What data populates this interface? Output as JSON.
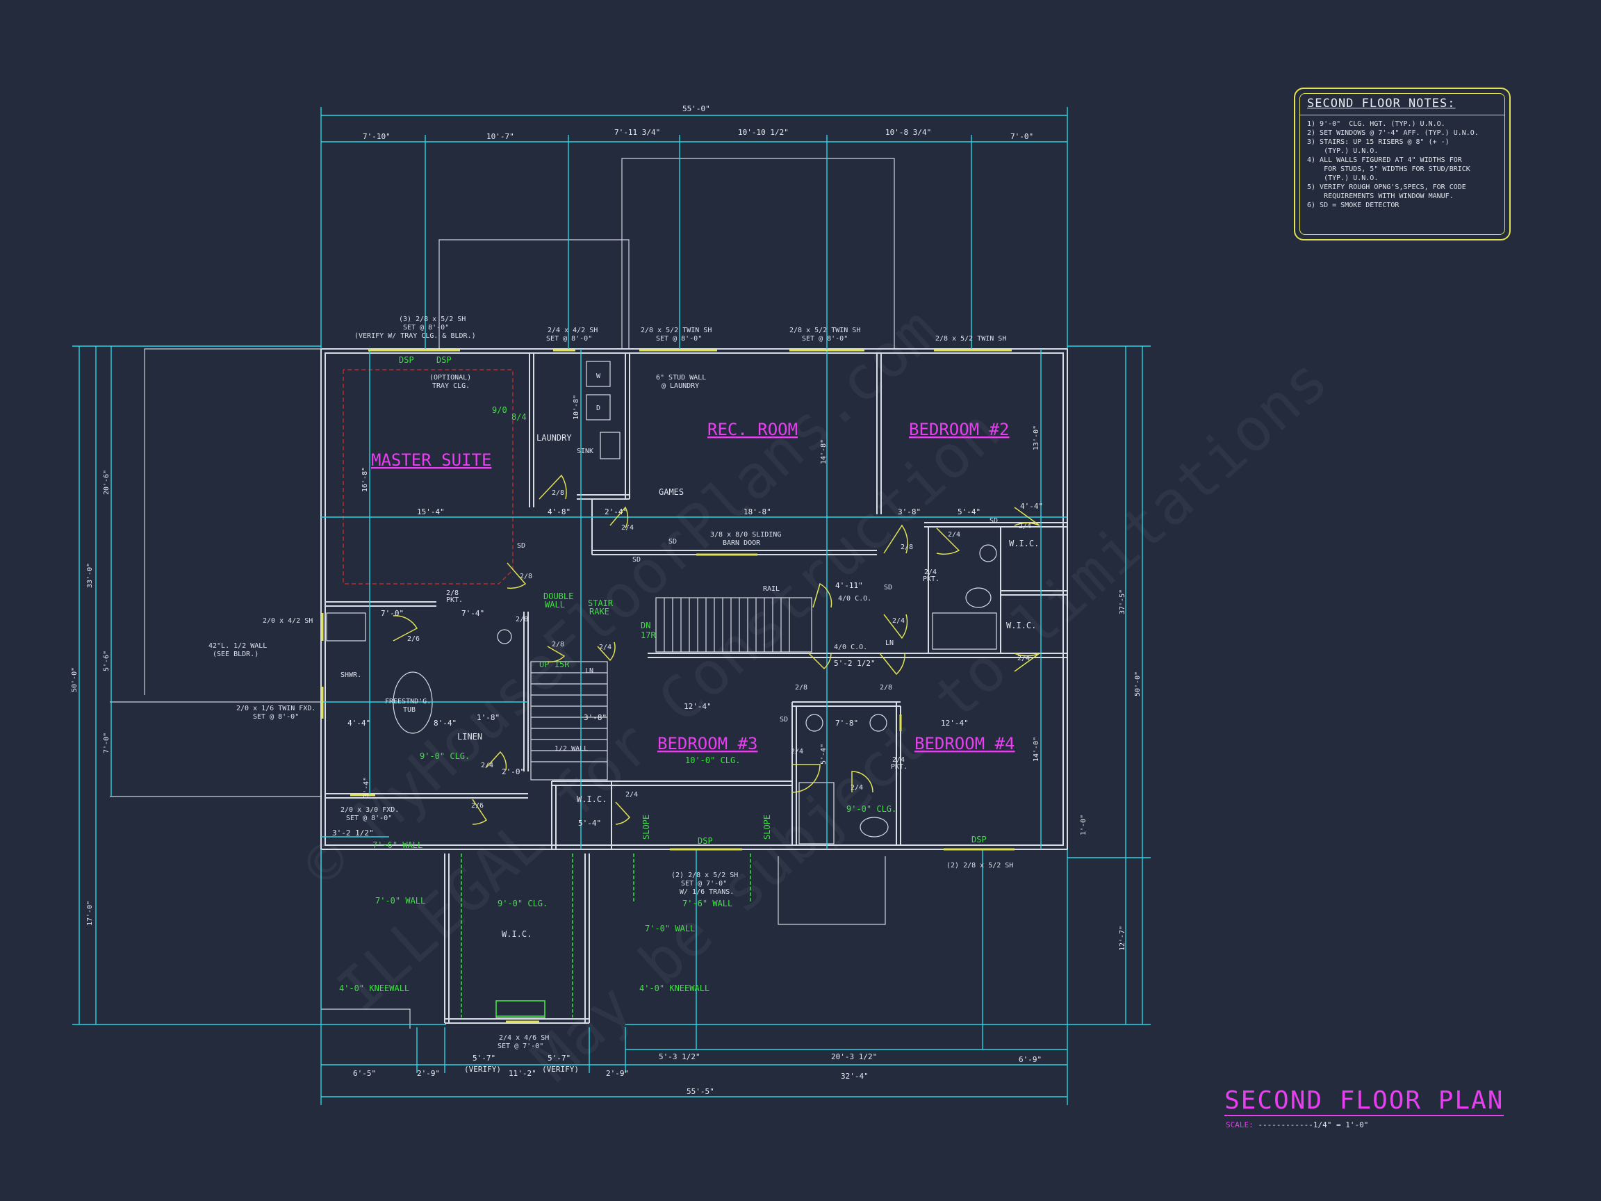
{
  "plan": {
    "title": "SECOND FLOOR PLAN",
    "scale_label": "SCALE:",
    "scale_value": "------------1/4\" = 1'-0\""
  },
  "notes": {
    "title": "SECOND FLOOR NOTES:",
    "items": [
      "1) 9'-0\"  CLG. HGT. (TYP.) U.N.O.",
      "2) SET WINDOWS @ 7'-4\" AFF. (TYP.) U.N.O.",
      "3) STAIRS: UP 15 RISERS @ 8\" (+ -)",
      "    (TYP.) U.N.O.",
      "4) ALL WALLS FIGURED AT 4\" WIDTHS FOR",
      "    FOR STUDS, 5\" WIDTHS FOR STUD/BRICK",
      "    (TYP.) U.N.O.",
      "5) VERIFY ROUGH OPNG'S,SPECS, FOR CODE",
      "    REQUIREMENTS WITH WINDOW MANUF.",
      "6) SD = SMOKE DETECTOR"
    ]
  },
  "rooms": {
    "master": "MASTER SUITE",
    "rec": "REC. ROOM",
    "bed2": "BEDROOM #2",
    "bed3": "BEDROOM #3",
    "bed4": "BEDROOM #4"
  },
  "labels": {
    "laundry": "LAUNDRY",
    "sink": "SINK",
    "games": "GAMES",
    "linen": "LINEN",
    "wic": "W.I.C.",
    "ln": "LN",
    "shwr": "SHWR.",
    "tub1": "FREESTND'G.",
    "tub2": "TUB",
    "rail": "RAIL",
    "half_wall": "1/2 WALL",
    "wall_6": "6\" STUD WALL",
    "wall_6b": "@ LAUNDRY",
    "tray1": "(OPTIONAL)",
    "tray2": "TRAY CLG.",
    "barn1": "3/8 x 8/0 SLIDING",
    "barn2": "BARN DOOR",
    "co1": "4/0 C.O.",
    "co2": "4/0 C.O.",
    "w": "W",
    "d": "D",
    "sd": "SD",
    "pkt": "2/8",
    "pkt2": "PKT.",
    "pkt3": "2/4",
    "pkt4": "PKT.",
    "pkt5": "2/4",
    "pkt6": "PKT.",
    "rail_half1": "42\"L. 1/2 WALL",
    "rail_half2": "(SEE BLDR.)",
    "wall_bath": "2/0 x 4/2 SH"
  },
  "green": {
    "double1": "DOUBLE",
    "double2": "WALL",
    "stair1": "STAIR",
    "stair2": "RAKE",
    "dn": "DN",
    "r17": "17R",
    "up": "UP 15R",
    "clg1": "9'-0\" CLG.",
    "clg2": "10'-0\" CLG.",
    "clg3": "9'-0\" CLG.",
    "clg4": "9'-0\" CLG.",
    "wall7a": "7'-6\" WALL",
    "wall7b": "7'-0\" WALL",
    "wall7c": "7'-0\" WALL",
    "wall7d": "7'-6\" WALL",
    "knee1": "4'-0\" KNEEWALL",
    "knee2": "4'-0\" KNEEWALL",
    "slope1": "SLOPE",
    "slope2": "SLOPE",
    "dsp": "DSP",
    "verify": "9/0",
    "verify2": "8/4"
  },
  "windows": {
    "w1a": "(3) 2/8 x 5/2 SH",
    "w1b": "SET @ 8'-0\"",
    "w1c": "(VERIFY W/ TRAY CLG. & BLDR.)",
    "w2a": "2/4 x 4/2 SH",
    "w2b": "SET @ 8'-0\"",
    "w3a": "2/8 x 5/2 TWIN SH",
    "w3b": "SET @ 8'-0\"",
    "w4a": "2/8 x 5/2 TWIN SH",
    "w4b": "SET @ 8'-0\"",
    "w5a": "2/8 x 5/2 TWIN SH",
    "w6a": "2/0 x 1/6 TWIN FXD.",
    "w6b": "SET @ 8'-0\"",
    "w7a": "2/0 x 3/0 FXD.",
    "w7b": "SET @ 8'-0\"",
    "w8a": "(2) 2/8 x 5/2 SH",
    "w8b": "SET @ 7'-0\"",
    "w8c": "W/ 1/6 TRANS.",
    "w9a": "(2) 2/8 x 5/2 SH",
    "w10a": "2/4 x 4/6 SH",
    "w10b": "SET @ 7'-0\""
  },
  "dims": {
    "top_total": "55'-0\"",
    "top": [
      "7'-10\"",
      "10'-7\"",
      "7'-11 3/4\"",
      "10'-10 1/2\"",
      "10'-8 3/4\"",
      "7'-0\""
    ],
    "bot_total": "55'-5\"",
    "bot_row1": [
      "6'-5\"",
      "2'-9\"",
      "5'-7\"",
      "5'-7\"",
      "2'-9\"",
      "32'-4\""
    ],
    "bot_mid": "11'-2\"",
    "bot_v1": "(VERIFY)",
    "bot_v2": "(VERIFY)",
    "bot_row2": [
      "5'-3 1/2\"",
      "20'-3 1/2\"",
      "6'-9\""
    ],
    "left": [
      "33'-0\"",
      "20'-6\"",
      "5'-6\"",
      "7'-0\"",
      "50'-0\"",
      "17'-0\""
    ],
    "right": [
      "37'-5\"",
      "50'-0\"",
      "12'-7\"",
      "1'-0\""
    ],
    "inner": [
      "15'-4\"",
      "18'-8\"",
      "4'-8\"",
      "2'-4\"",
      "3'-8\"",
      "5'-4\"",
      "4'-4\"",
      "12'-4\"",
      "12'-4\"",
      "7'-8\"",
      "8'-4\"",
      "4'-4\"",
      "7'-0\"",
      "3'-8\"",
      "5'-4\"",
      "7'-4\"",
      "1'-8\"",
      "2'-0\"",
      "3'-2 1/2\"",
      "5'-2 1/2\"",
      "4'-11\""
    ],
    "vert": [
      "16'-8\"",
      "14'-8\"",
      "13'-0\"",
      "10'-8\"",
      "14'-0\"",
      "3'-4\"",
      "5'-4\""
    ]
  },
  "doors": [
    "2/8",
    "2/4",
    "2/8",
    "2/6",
    "2/8",
    "2/4",
    "2/4",
    "2/4",
    "2/8",
    "2/8",
    "2/4",
    "2/4",
    "2/4",
    "2/6",
    "2/4",
    "2/4",
    "2/8",
    "2/4",
    "2/8"
  ],
  "watermarks": [
    "© MyHouseFloorPlans.com",
    "ILLEGAL for Construction",
    "May be subject to limitations"
  ]
}
